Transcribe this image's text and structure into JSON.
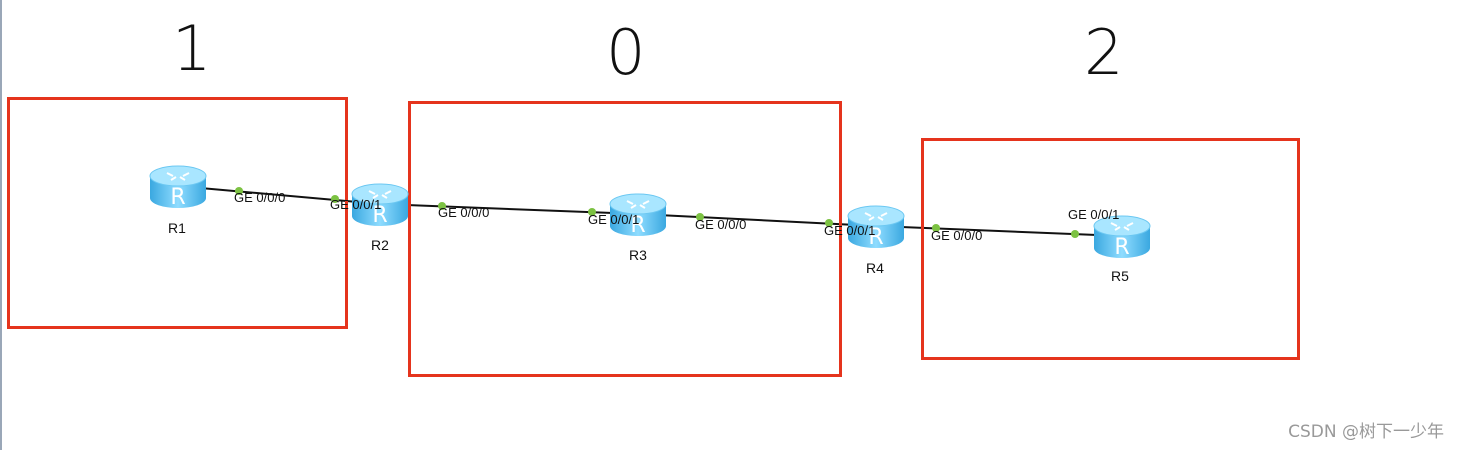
{
  "areas": [
    {
      "label": "1"
    },
    {
      "label": "0"
    },
    {
      "label": "2"
    }
  ],
  "routers": [
    {
      "name": "R1",
      "icon": "router-icon"
    },
    {
      "name": "R2",
      "icon": "router-icon"
    },
    {
      "name": "R3",
      "icon": "router-icon"
    },
    {
      "name": "R4",
      "icon": "router-icon"
    },
    {
      "name": "R5",
      "icon": "router-icon"
    }
  ],
  "links": [
    {
      "from": "R1",
      "to": "R2",
      "from_if": "GE 0/0/0",
      "to_if": "GE 0/0/1"
    },
    {
      "from": "R2",
      "to": "R3",
      "from_if": "GE 0/0/0",
      "to_if": "GE 0/0/1"
    },
    {
      "from": "R3",
      "to": "R4",
      "from_if": "GE 0/0/0",
      "to_if": "GE 0/0/1"
    },
    {
      "from": "R4",
      "to": "R5",
      "from_if": "GE 0/0/0",
      "to_if": "GE 0/0/1"
    }
  ],
  "colors": {
    "area_border": "#e5341d",
    "port_dot": "#7cc242",
    "router": "#5fc3f0"
  },
  "watermark": "CSDN @树下一少年"
}
